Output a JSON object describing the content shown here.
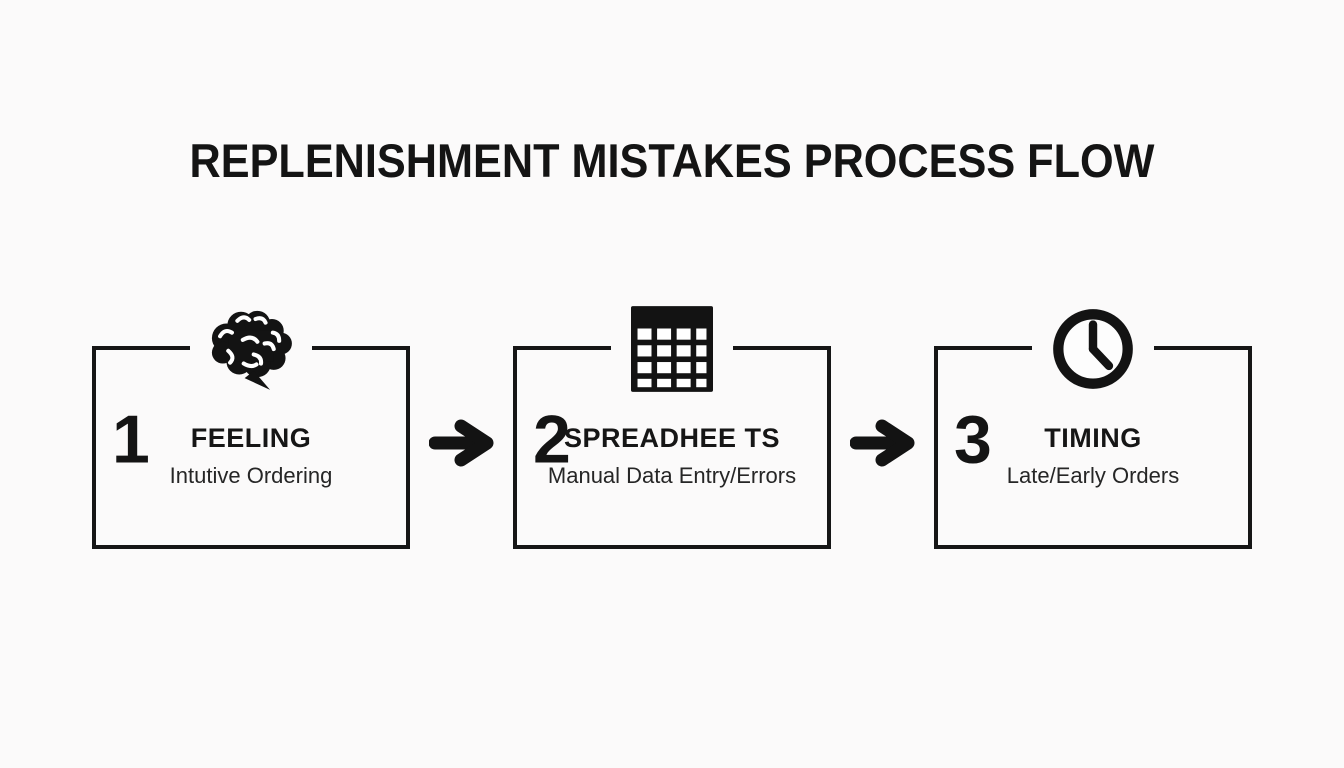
{
  "title": "REPLENISHMENT MISTAKES PROCESS FLOW",
  "steps": [
    {
      "number": "1",
      "icon": "brain-icon",
      "title": "FEELING",
      "subtitle": "Intutive Ordering"
    },
    {
      "number": "2",
      "icon": "spreadsheet-icon",
      "title": "SPREADHEE TS",
      "subtitle": "Manual Data Entry/Errors"
    },
    {
      "number": "3",
      "icon": "clock-icon",
      "title": "TIMING",
      "subtitle": "Late/Early Orders"
    }
  ],
  "colors": {
    "background": "#fbfafa",
    "foreground": "#141414",
    "box_border": "#161616"
  }
}
